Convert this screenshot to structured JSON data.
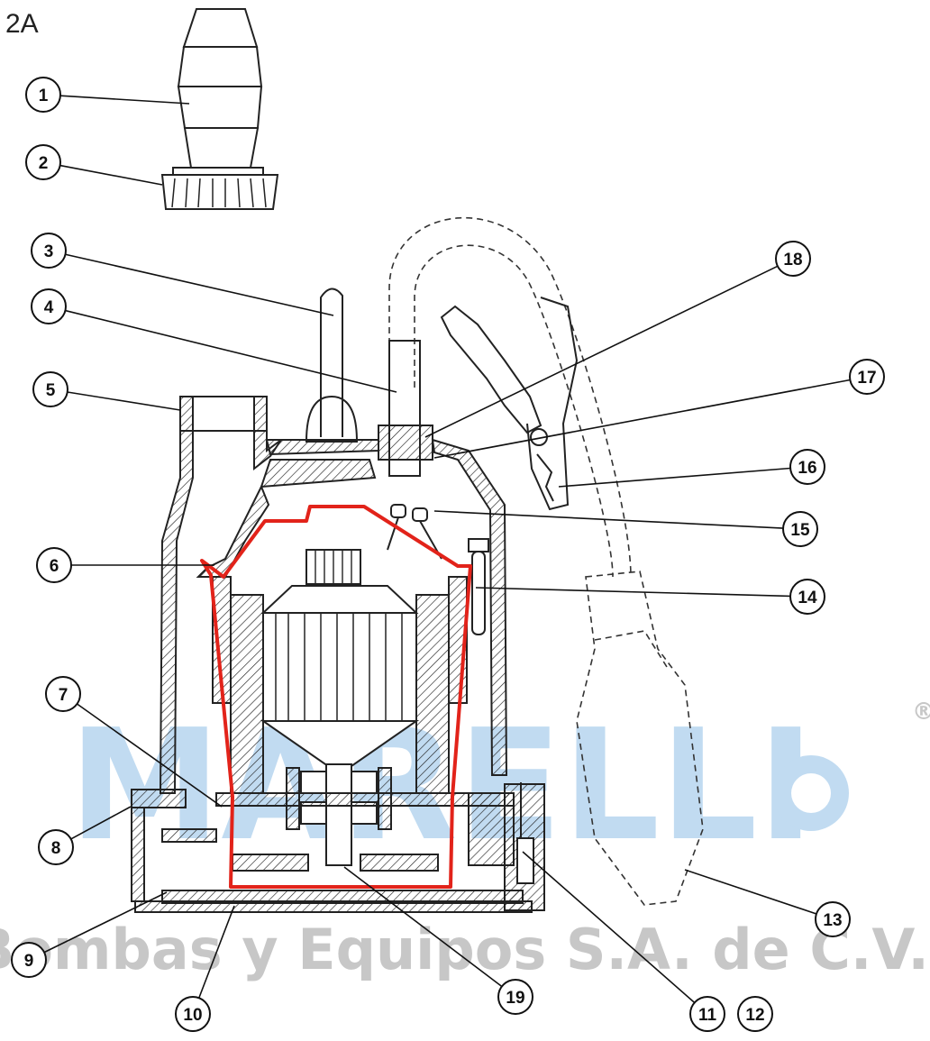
{
  "figure_label": "2A",
  "callouts": [
    "1",
    "2",
    "3",
    "4",
    "5",
    "6",
    "7",
    "8",
    "9",
    "10",
    "11",
    "12",
    "13",
    "14",
    "15",
    "16",
    "17",
    "18",
    "19"
  ],
  "watermark": {
    "brand": "MARELLI",
    "registered": "®",
    "tagline": "Bombas y Equipos S.A. de C.V.",
    "color": "#8fbfe6",
    "tagline_color": "#9a9a9a"
  },
  "colors": {
    "line": "#222222",
    "highlight": "#e2231a",
    "callout_stroke": "#111111"
  }
}
